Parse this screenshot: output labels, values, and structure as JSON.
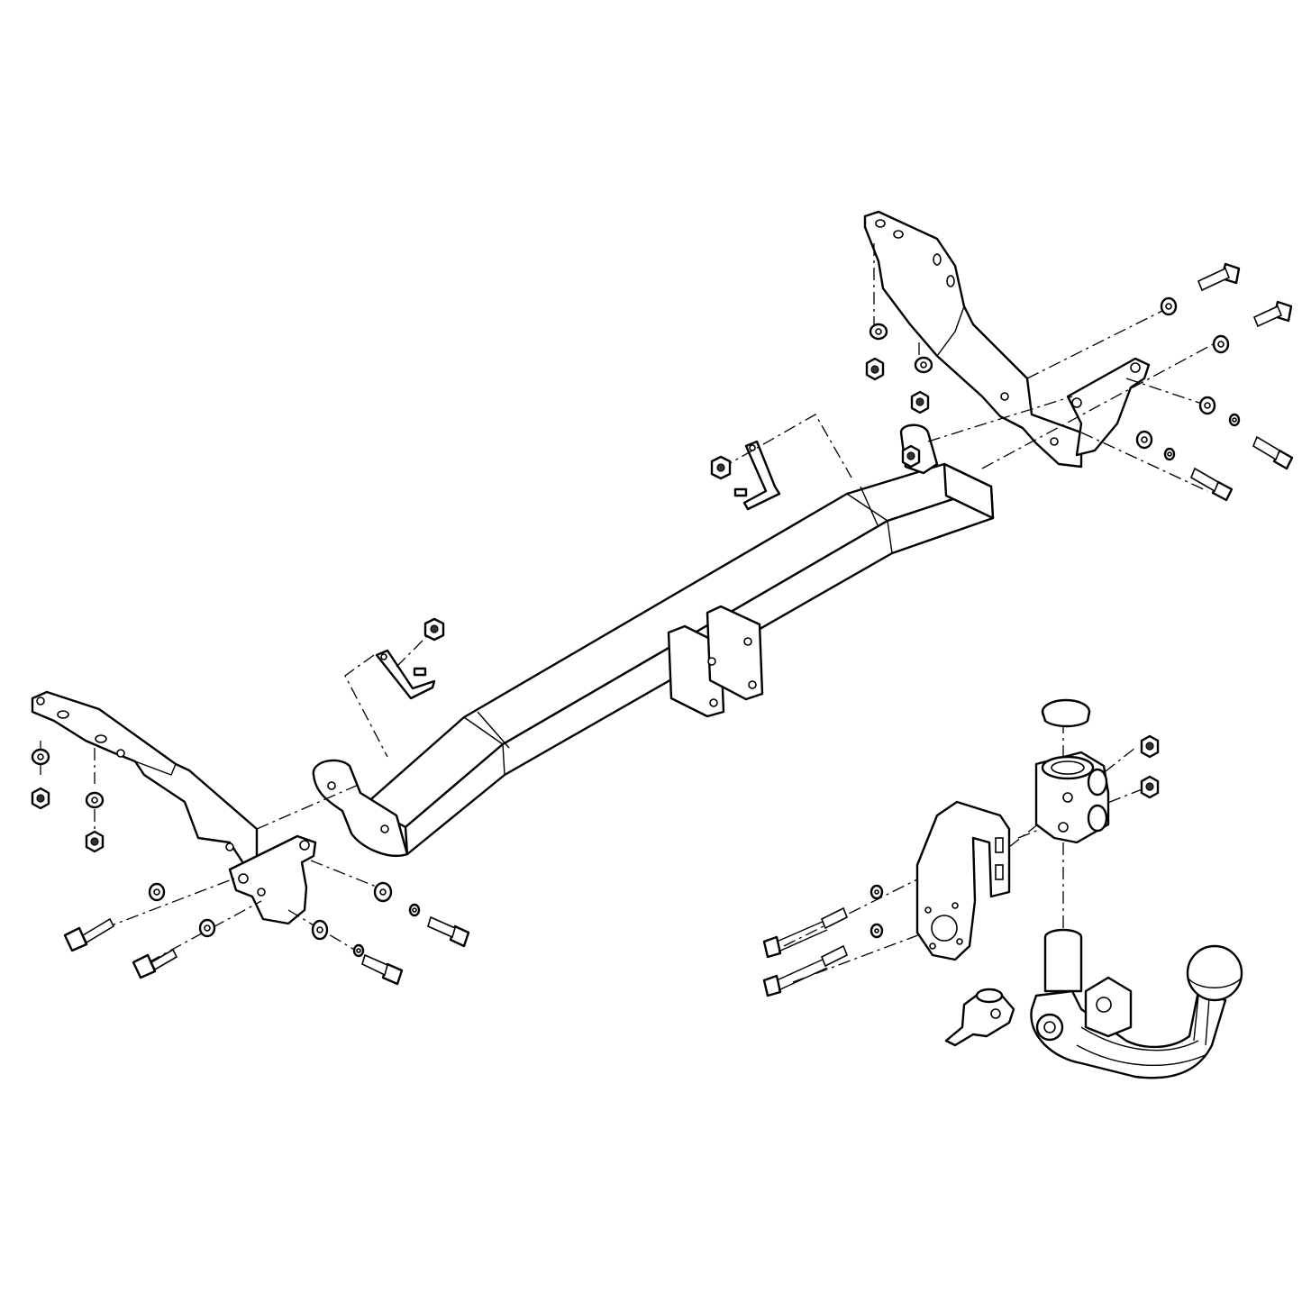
{
  "diagram": {
    "type": "exploded-assembly",
    "background": "#ffffff",
    "line_color": "#000000",
    "parts": [
      "main-crossbar",
      "left-bracket",
      "right-bracket",
      "left-clip-bracket",
      "right-clip-bracket",
      "socket-plate",
      "tow-ball-neck",
      "receiver-housing",
      "dust-cap",
      "lock-key",
      "bolts",
      "washers",
      "nuts"
    ]
  }
}
